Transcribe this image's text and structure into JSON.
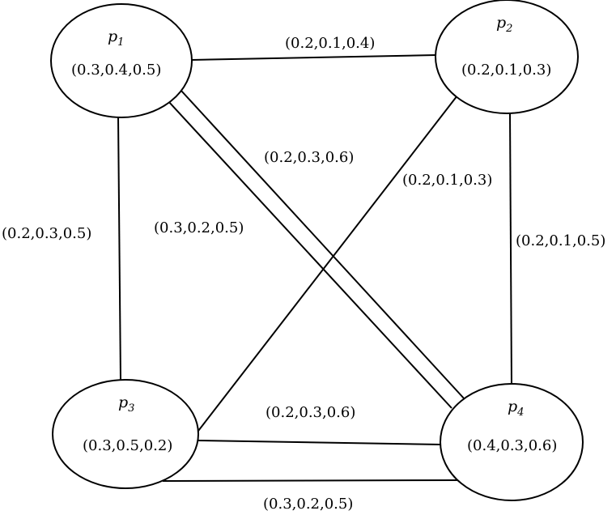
{
  "diagram": {
    "nodes": [
      {
        "id": "p1",
        "name": "p",
        "sub": "1",
        "value": "(0.3,0.4,0.5)"
      },
      {
        "id": "p2",
        "name": "p",
        "sub": "2",
        "value": "(0.2,0.1,0.3)"
      },
      {
        "id": "p3",
        "name": "p",
        "sub": "3",
        "value": "(0.3,0.5,0.2)"
      },
      {
        "id": "p4",
        "name": "p",
        "sub": "4",
        "value": "(0.4,0.3,0.6)"
      }
    ],
    "edges": [
      {
        "from": "p1",
        "to": "p2",
        "label": "(0.2,0.1,0.4)"
      },
      {
        "from": "p1",
        "to": "p3",
        "label": "(0.2,0.3,0.5)"
      },
      {
        "from": "p1",
        "to": "p4",
        "label": "(0.3,0.2,0.5)"
      },
      {
        "from": "p1",
        "to": "p4",
        "label": "(0.2,0.3,0.6)"
      },
      {
        "from": "p2",
        "to": "p3",
        "label": "(0.2,0.1,0.3)"
      },
      {
        "from": "p2",
        "to": "p4",
        "label": "(0.2,0.1,0.5)"
      },
      {
        "from": "p3",
        "to": "p4",
        "label": "(0.2,0.3,0.6)"
      },
      {
        "from": "p3",
        "to": "p4",
        "label": "(0.3,0.2,0.5)"
      }
    ]
  }
}
